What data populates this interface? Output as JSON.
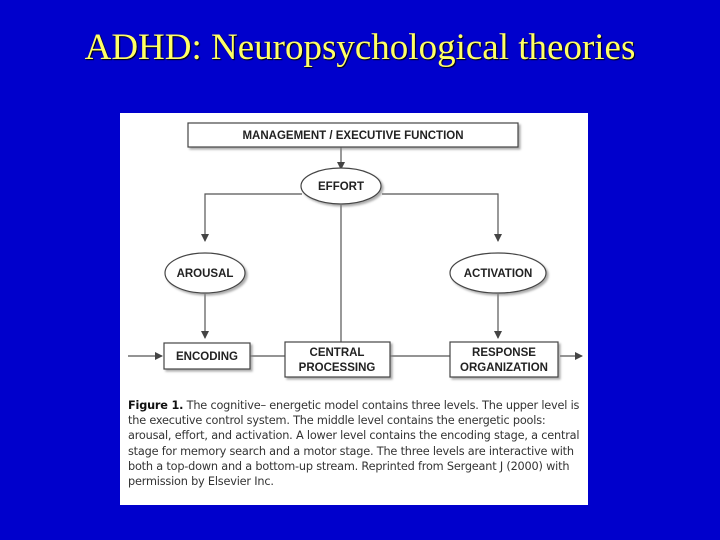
{
  "slide": {
    "title": "ADHD: Neuropsychological theories",
    "background_color": "#0000cc",
    "title_color": "#ffff66"
  },
  "diagram": {
    "nodes": {
      "management": "MANAGEMENT / EXECUTIVE FUNCTION",
      "effort": "EFFORT",
      "arousal": "AROUSAL",
      "activation": "ACTIVATION",
      "encoding": "ENCODING",
      "central_line1": "CENTRAL",
      "central_line2": "PROCESSING",
      "response_line1": "RESPONSE",
      "response_line2": "ORGANIZATION"
    }
  },
  "caption": {
    "lead": "Figure 1.",
    "text": " The cognitive– energetic model contains three levels. The upper level is the executive control system. The middle level contains the energetic pools: arousal, effort, and activation. A lower level contains the encoding stage, a central stage for memory search and a motor stage. The three levels are interactive with both a top-down and a bottom-up stream. Reprinted from Sergeant J (2000) with permission by Elsevier Inc."
  }
}
